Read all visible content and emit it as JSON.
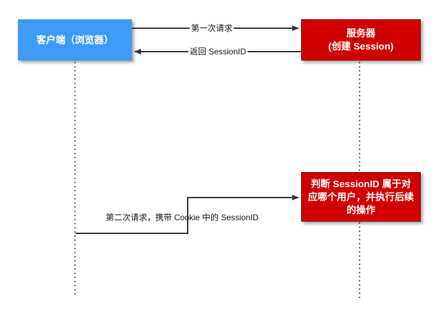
{
  "client": {
    "label": "客户端（浏览器）"
  },
  "server": {
    "line1": "服务器",
    "line2": "(创建 Session)"
  },
  "judge": {
    "label": "判断 SessionID 属于对应哪个用户，并执行后续的操作"
  },
  "messages": {
    "first_request": "第一次请求",
    "return_session_id": "返回 SessionID",
    "second_request": "第二次请求，携带 Cookie 中的 SessionID"
  },
  "colors": {
    "client": "#3d9bf6",
    "server": "#d00000",
    "line": "#333333"
  }
}
